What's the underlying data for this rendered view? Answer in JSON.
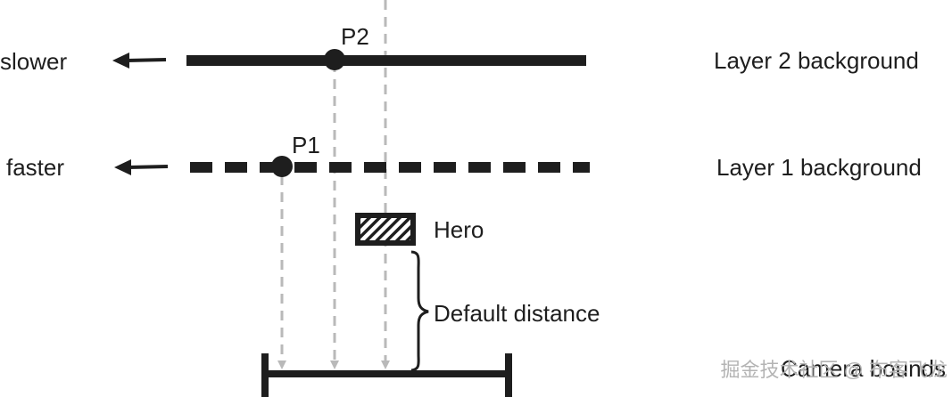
{
  "labels": {
    "slower": "slower",
    "faster": "faster",
    "layer2": "Layer 2 background",
    "layer1": "Layer 1 background",
    "p2": "P2",
    "p1": "P1",
    "hero": "Hero",
    "default_distance": "Default distance",
    "bounds": "Camera bounds"
  },
  "watermark": "掘金技术社区 @ 布客飞龙",
  "colors": {
    "ink": "#1e1e1e",
    "projection": "#b9b9b9",
    "watermark": "#b4b4b4"
  }
}
